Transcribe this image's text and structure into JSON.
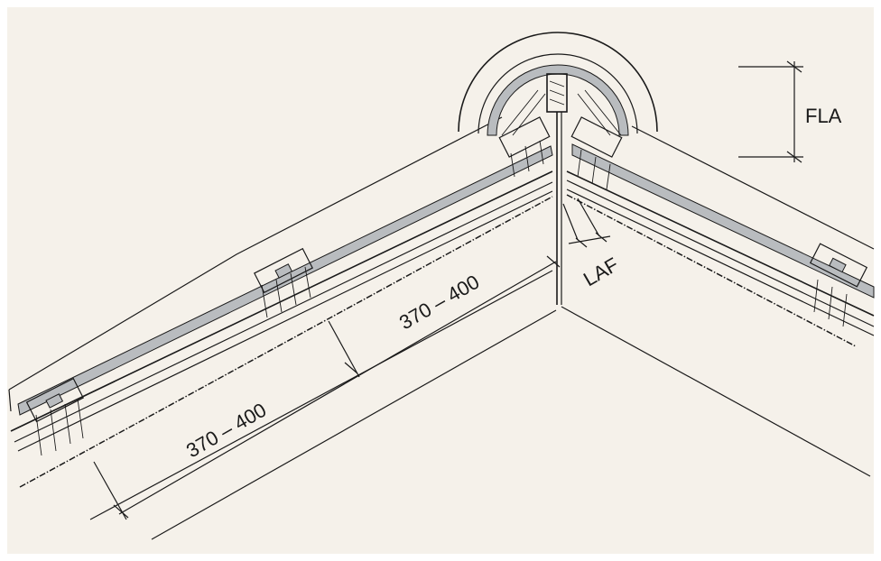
{
  "colors": {
    "background": "#f5f1ea",
    "line": "#1a1a1a",
    "membrane": "#b9bcbf"
  },
  "labels": {
    "fla": "FLA",
    "laf": "LAF",
    "gauge_upper": "370 – 400",
    "gauge_lower": "370 – 400"
  }
}
